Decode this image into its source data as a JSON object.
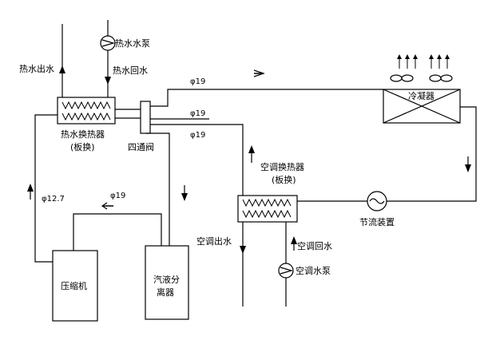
{
  "labels": {
    "hot_water_pump": "热水水泵",
    "hot_water_out": "热水出水",
    "hot_water_return": "热水回水",
    "hot_water_hx": "热水换热器",
    "hot_water_hx_type": "(板换)",
    "four_way_valve": "四通阀",
    "condenser": "冷凝器",
    "ac_hx": "空调换热器",
    "ac_hx_type": "(板换)",
    "throttle": "节流装置",
    "ac_water_out": "空调出水",
    "ac_water_return": "空调回水",
    "ac_water_pump": "空调水泵",
    "compressor": "压缩机",
    "separator_line1": "汽液分",
    "separator_line2": "离器"
  },
  "pipes": {
    "top": "φ19",
    "middle": "φ19",
    "lower": "φ19",
    "return": "φ19",
    "suction": "φ12.7"
  }
}
